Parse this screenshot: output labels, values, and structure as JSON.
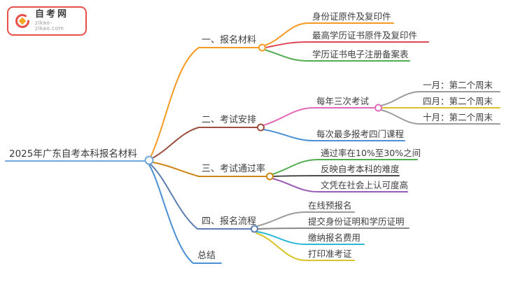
{
  "logo": {
    "title": "自考网",
    "domain": "zikao-zikao.com"
  },
  "colors": {
    "brand_red": "#e8504a",
    "brand_orange": "#f5a623"
  },
  "root": {
    "label": "2025年广东自考本科报名材料",
    "color": "#6fa8dc"
  },
  "branches": [
    {
      "label": "一、报名材料",
      "color": "#f59a23",
      "children": [
        {
          "label": "身份证原件及复印件",
          "color": "#f59a23"
        },
        {
          "label": "最高学历证书原件及复印件",
          "color": "#e04558"
        },
        {
          "label": "学历证书电子注册备案表",
          "color": "#52ad52"
        }
      ]
    },
    {
      "label": "二、考试安排",
      "color": "#9c4f3d",
      "children": [
        {
          "label": "每年三次考试",
          "color": "#e06cb8",
          "children": [
            {
              "label": "一月：第二个周末",
              "color": "#9c9c9c"
            },
            {
              "label": "四月：第二个周末",
              "color": "#d8c42a"
            },
            {
              "label": "十月：第二个周末",
              "color": "#9c9c9c"
            }
          ]
        },
        {
          "label": "每次最多报考四门课程",
          "color": "#4a90d2"
        }
      ]
    },
    {
      "label": "三、考试通过率",
      "color": "#cf8416",
      "children": [
        {
          "label": "通过率在10%至30%之间",
          "color": "#52ad52"
        },
        {
          "label": "反映自考本科的难度",
          "color": "#4a4a4a"
        },
        {
          "label": "文凭在社会上认可度高",
          "color": "#9b59b6"
        }
      ]
    },
    {
      "label": "四、报名流程",
      "color": "#5b7db1",
      "children": [
        {
          "label": "在线预报名",
          "color": "#9c9c9c"
        },
        {
          "label": "提交身份证明和学历证明",
          "color": "#8a8a8a"
        },
        {
          "label": "缴纳报名费用",
          "color": "#2ab8d8"
        },
        {
          "label": "打印准考证",
          "color": "#d8c42a"
        }
      ]
    },
    {
      "label": "总结",
      "color": "#4a90d2"
    }
  ]
}
